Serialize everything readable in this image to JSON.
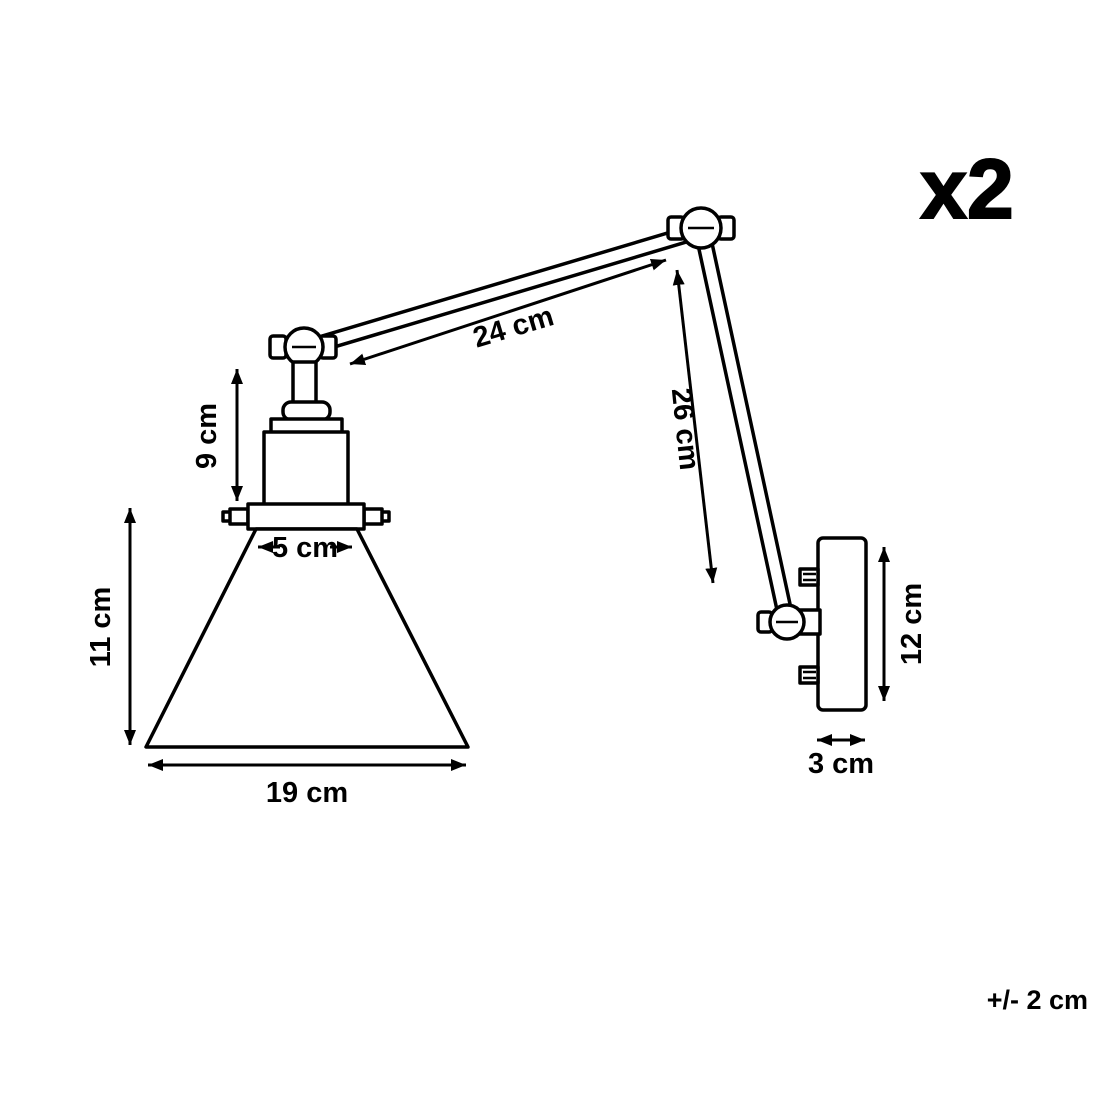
{
  "labels": {
    "quantity": "x2",
    "tolerance": "+/- 2 cm"
  },
  "dimensions": {
    "upper_arm": "24 cm",
    "lower_arm": "26 cm",
    "socket_height": "9 cm",
    "shade_top_diameter": "5 cm",
    "shade_height": "11 cm",
    "shade_bottom_diameter": "19 cm",
    "wall_plate_height": "12 cm",
    "wall_plate_depth": "3 cm"
  },
  "colors": {
    "line": "#000000",
    "background": "#ffffff"
  }
}
